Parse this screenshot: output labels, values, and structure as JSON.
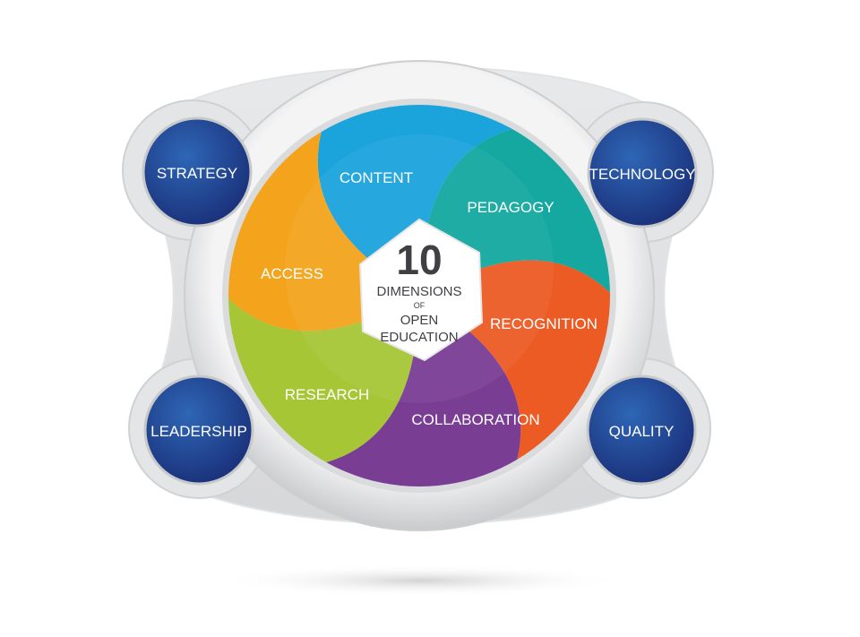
{
  "center": {
    "number": "10",
    "line1": "DIMENSIONS",
    "line2": "OF",
    "line3": "OPEN",
    "line4": "EDUCATION"
  },
  "segments": [
    {
      "label": "CONTENT",
      "color": "#1BA3DC"
    },
    {
      "label": "PEDAGOGY",
      "color": "#14A8A0"
    },
    {
      "label": "RECOGNITION",
      "color": "#EC5B24"
    },
    {
      "label": "COLLABORATION",
      "color": "#7A3D94"
    },
    {
      "label": "RESEARCH",
      "color": "#A6C636"
    },
    {
      "label": "ACCESS",
      "color": "#F3A41C"
    }
  ],
  "corners": [
    {
      "label": "STRATEGY"
    },
    {
      "label": "TECHNOLOGY"
    },
    {
      "label": "LEADERSHIP"
    },
    {
      "label": "QUALITY"
    }
  ],
  "colors": {
    "corner_blue": "#1F3C8A",
    "corner_blue_light": "#2C62B2",
    "frame_gray": "#D3D4D6",
    "frame_light": "#EEEFF0",
    "center_text": "#3F3F44"
  }
}
